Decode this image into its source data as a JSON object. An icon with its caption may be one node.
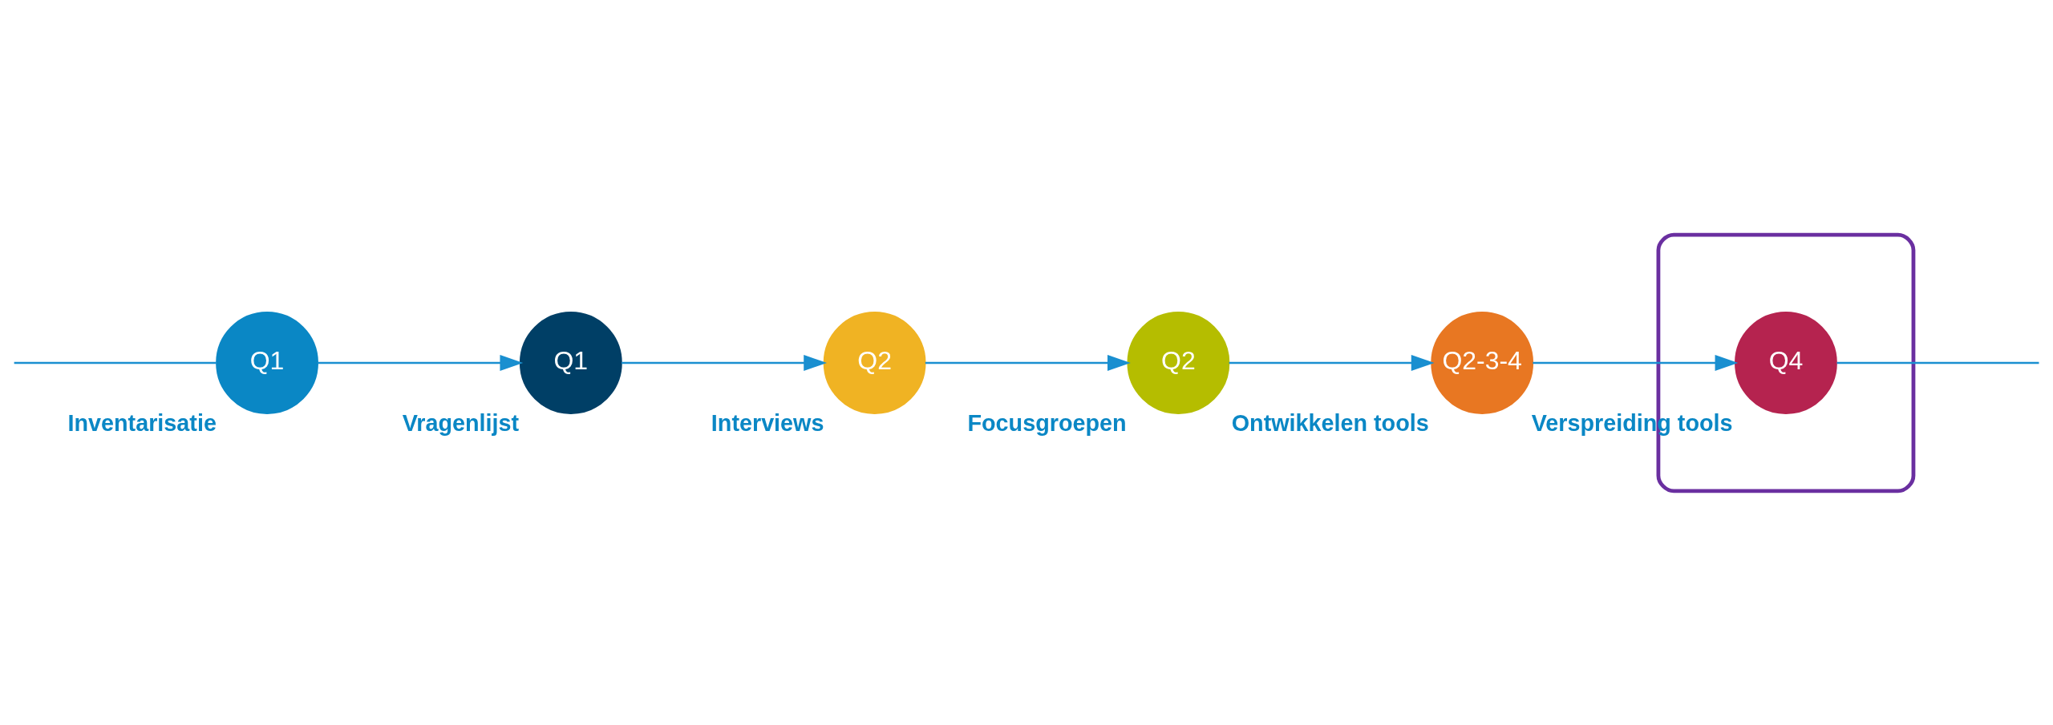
{
  "diagram": {
    "nodes": [
      {
        "text": [
          "Q1"
        ],
        "beside": [
          "Inventarisatie"
        ]
      },
      {
        "text": [
          "Q1"
        ],
        "beside": [
          "Vragenlijst"
        ]
      },
      {
        "text": [
          "Q2"
        ],
        "beside": [
          "Interviews"
        ]
      },
      {
        "text": [
          "Q2"
        ],
        "beside": [
          "Focusgroepen"
        ]
      },
      {
        "text": [
          "Q2-3-4"
        ],
        "beside": [
          "Ontwikkelen tools"
        ]
      },
      {
        "text": [],
        "shape": "ellipse"
      },
      {
        "text": [
          "Q4"
        ],
        "beside": [
          "Verspreiding tools"
        ],
        "in": 5
      }
    ],
    "edges": [
      {
        "from": null,
        "to": 0,
        "arrow": "none"
      },
      {
        "from": 0,
        "to": 1,
        "arrow": "to"
      },
      {
        "from": 1,
        "to": 2,
        "arrow": "to"
      },
      {
        "from": 2,
        "to": 3,
        "arrow": "to"
      },
      {
        "from": 3,
        "to": 4,
        "arrow": "to"
      },
      {
        "from": 4,
        "to": 6,
        "arrow": "to"
      },
      {
        "from": 6,
        "to": null,
        "arrow": "none"
      }
    ]
  }
}
